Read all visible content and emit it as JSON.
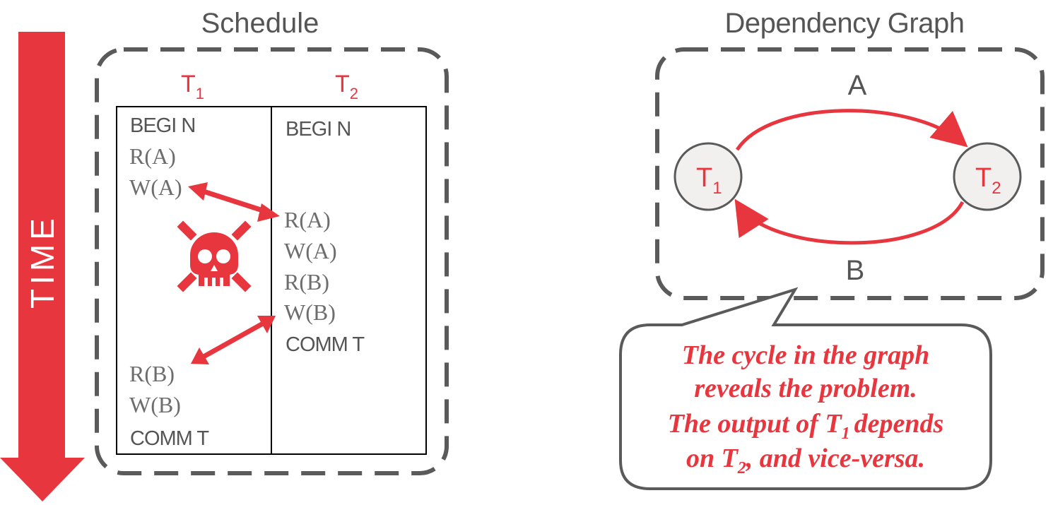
{
  "colors": {
    "accent": "#e8363f",
    "frame": "#5a5a5a",
    "op_text": "#6d6d6d",
    "cmd_text": "#555555",
    "node_fill": "#f2f0ef",
    "callout_text": "#e8363f"
  },
  "time_label": "TIME",
  "schedule": {
    "title": "Schedule",
    "t1_header": "T",
    "t1_sub": "1",
    "t2_header": "T",
    "t2_sub": "2",
    "t1_ops": [
      "BEGI N",
      "R(A)",
      "W(A)",
      "R(B)",
      "W(B)",
      "COMM T"
    ],
    "t2_ops": [
      "BEGI N",
      "R(A)",
      "W(A)",
      "R(B)",
      "W(B)",
      "COMM T"
    ],
    "hazard_icon": "skull-crossbones-icon"
  },
  "graph": {
    "title": "Dependency Graph",
    "node1": "T",
    "node1_sub": "1",
    "node2": "T",
    "node2_sub": "2",
    "edge_top_label": "A",
    "edge_bottom_label": "B"
  },
  "callout": {
    "line1": "The cycle in the graph",
    "line2": "reveals the problem.",
    "line3_pre": "The output of T",
    "line3_sub": "1",
    "line3_post": "depends",
    "line4_pre": "on T",
    "line4_sub": "2",
    "line4_post": ", and vice-versa."
  }
}
